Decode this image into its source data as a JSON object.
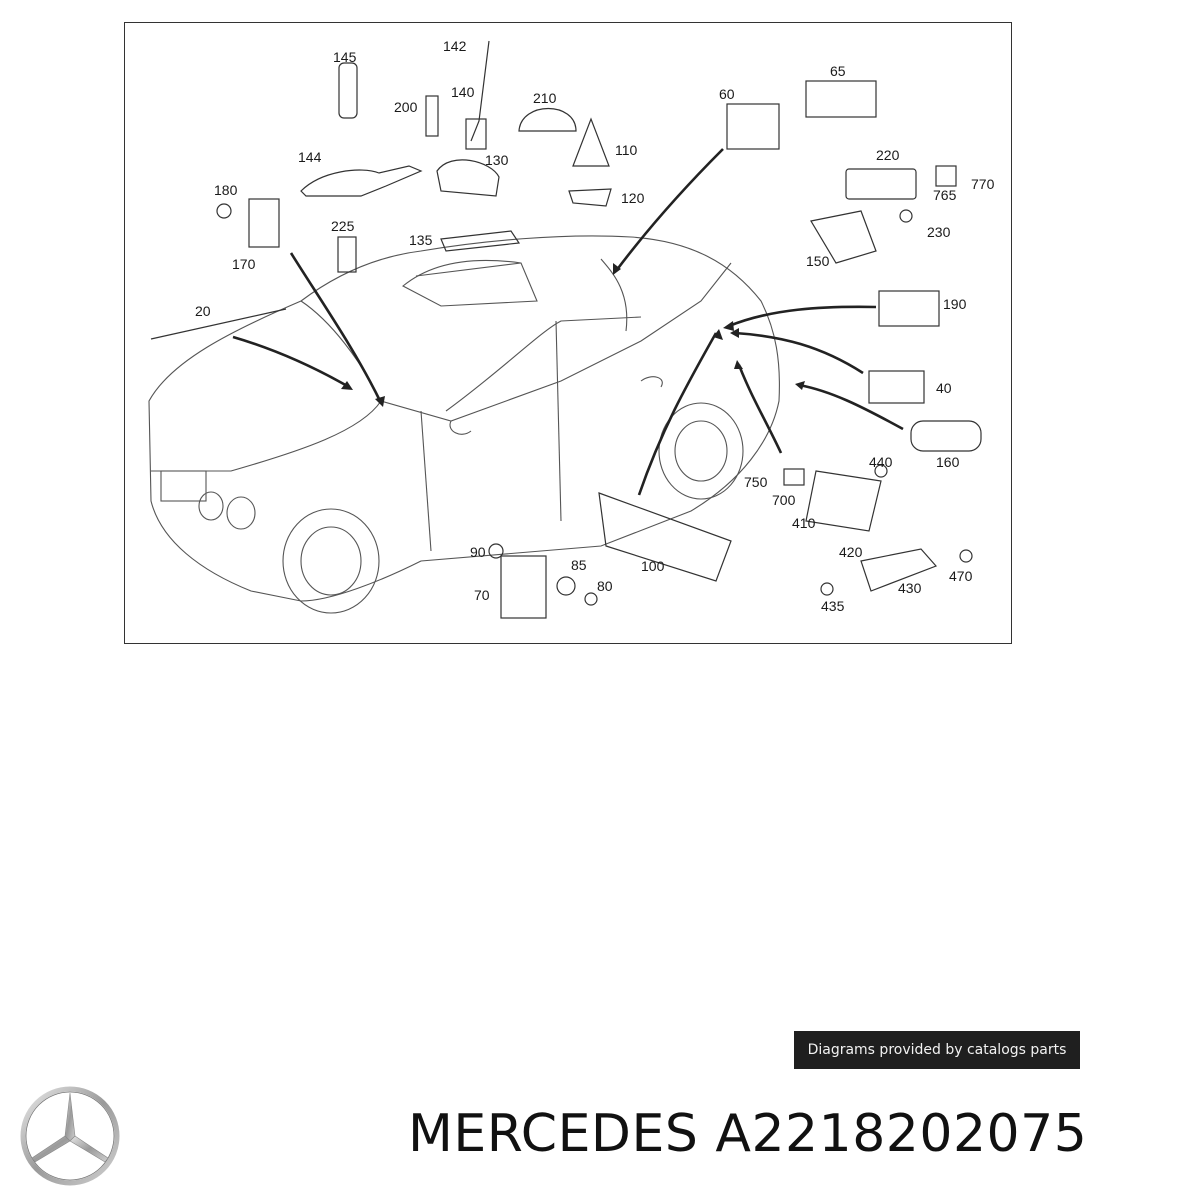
{
  "diagram": {
    "callouts": [
      "142",
      "145",
      "140",
      "210",
      "200",
      "60",
      "65",
      "144",
      "130",
      "110",
      "220",
      "765",
      "770",
      "180",
      "120",
      "230",
      "225",
      "135",
      "170",
      "150",
      "190",
      "20",
      "40",
      "160",
      "440",
      "750",
      "700",
      "410",
      "90",
      "85",
      "100",
      "80",
      "70",
      "420",
      "470",
      "430",
      "435"
    ]
  },
  "banner": {
    "text": "Diagrams provided by catalogs parts"
  },
  "footer": {
    "brand": "MERCEDES",
    "part_number": "A2218202075"
  },
  "colors": {
    "line": "#3a3a3a",
    "banner_bg": "#1f1f1f",
    "text": "#111111"
  },
  "logo": {
    "icon": "mercedes-star-icon"
  }
}
